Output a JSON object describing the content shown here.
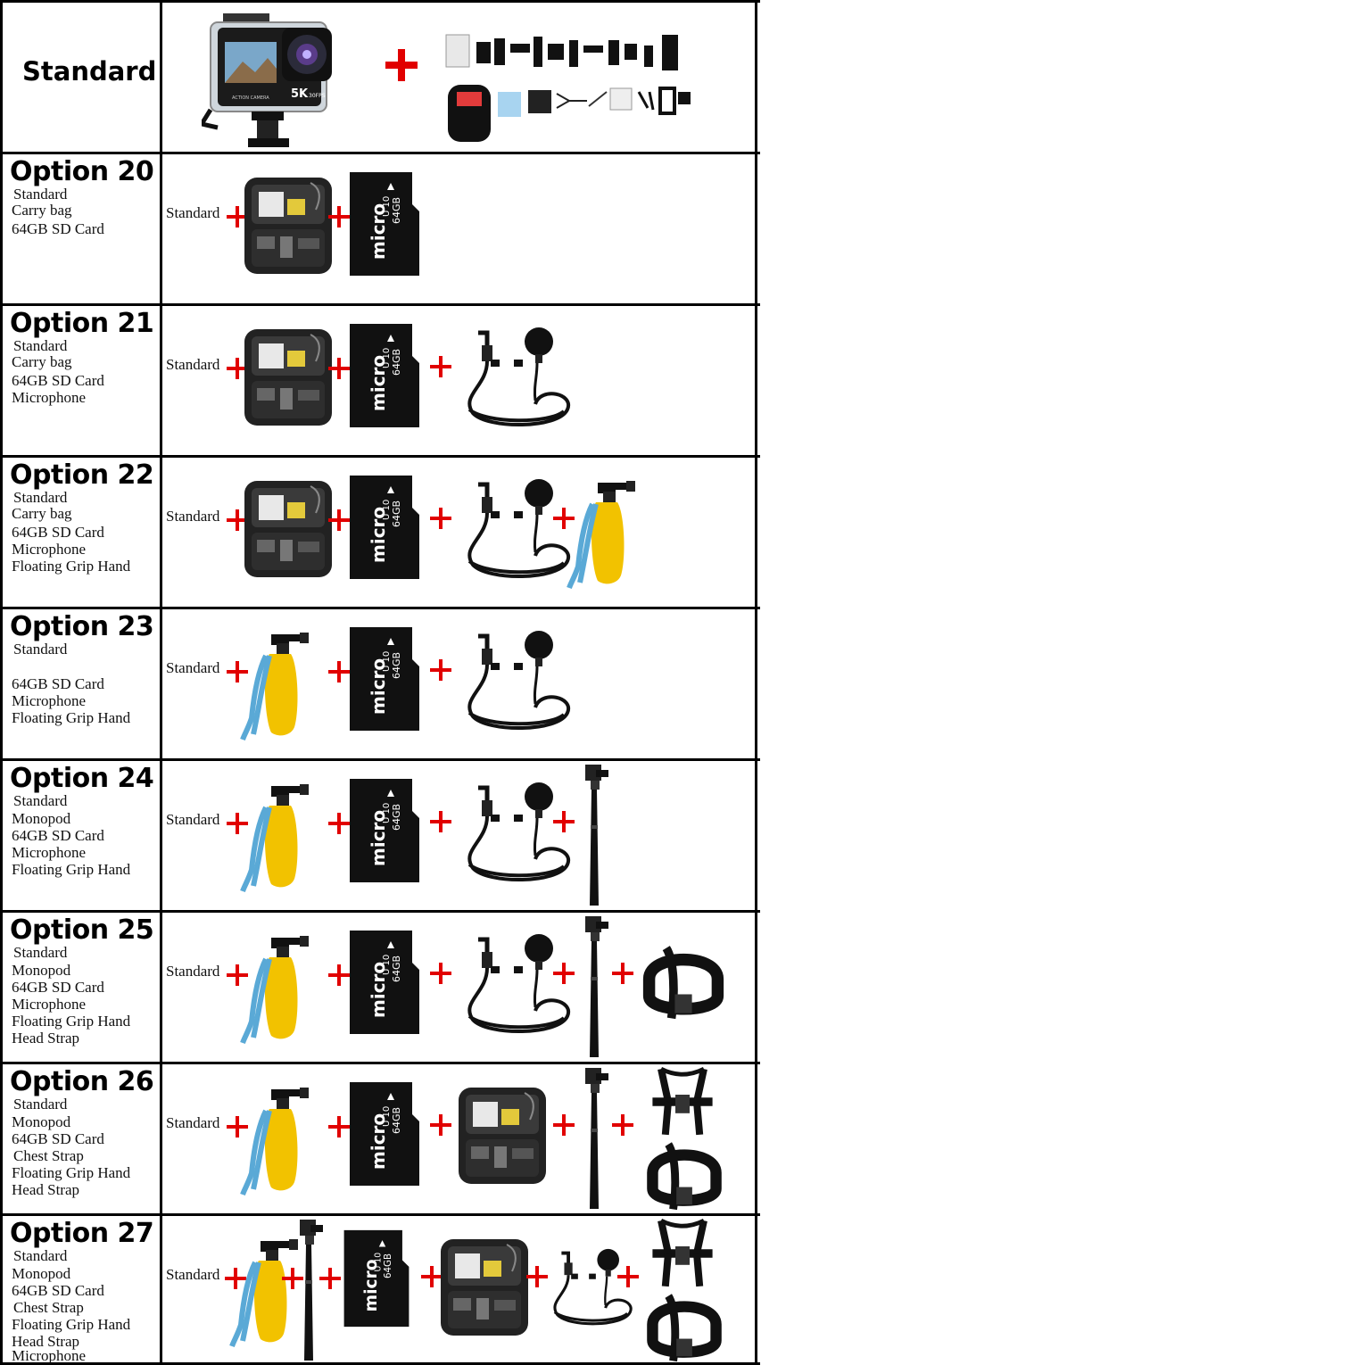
{
  "standard_row": {
    "label": "Standard",
    "camera_badge": "5K",
    "camera_fps": "30FPS",
    "camera_caption": "ACTION CAMERA"
  },
  "sd_card": {
    "brand": "micro",
    "capacity": "64GB",
    "class_mark": "U3 10"
  },
  "options": [
    {
      "title": "Option 20",
      "items": [
        "Standard",
        "Carry bag",
        "64GB SD Card"
      ],
      "standard_text": "Standard"
    },
    {
      "title": "Option 21",
      "items": [
        "Standard",
        "Carry bag",
        "64GB SD Card",
        "Microphone"
      ],
      "standard_text": "Standard"
    },
    {
      "title": "Option 22",
      "items": [
        "Standard",
        "Carry bag",
        "64GB SD Card",
        "Microphone",
        "Floating Grip Hand"
      ],
      "standard_text": "Standard"
    },
    {
      "title": "Option 23",
      "items": [
        "Standard",
        "",
        "64GB SD Card",
        "Microphone",
        "Floating Grip Hand"
      ],
      "standard_text": "Standard"
    },
    {
      "title": "Option 24",
      "items": [
        "Standard",
        "Monopod",
        "64GB SD Card",
        "Microphone",
        "Floating Grip Hand"
      ],
      "standard_text": "Standard"
    },
    {
      "title": "Option 25",
      "items": [
        "Standard",
        "Monopod",
        "64GB SD Card",
        "Microphone",
        "Floating Grip Hand",
        "Head Strap"
      ],
      "standard_text": "Standard"
    },
    {
      "title": "Option 26",
      "items": [
        "Standard",
        "Monopod",
        "64GB SD Card",
        "Chest Strap",
        "Floating Grip Hand",
        "Head Strap"
      ],
      "standard_text": "Standard"
    },
    {
      "title": "Option 27",
      "items": [
        "Standard",
        "Monopod",
        "64GB SD Card",
        "Chest Strap",
        "Floating Grip Hand",
        "Head Strap",
        "Microphone"
      ],
      "standard_text": "Standard"
    }
  ],
  "colors": {
    "plus": "#e10000",
    "grip": "#f2c200",
    "strap": "#5aa9d6",
    "border": "#000000"
  }
}
